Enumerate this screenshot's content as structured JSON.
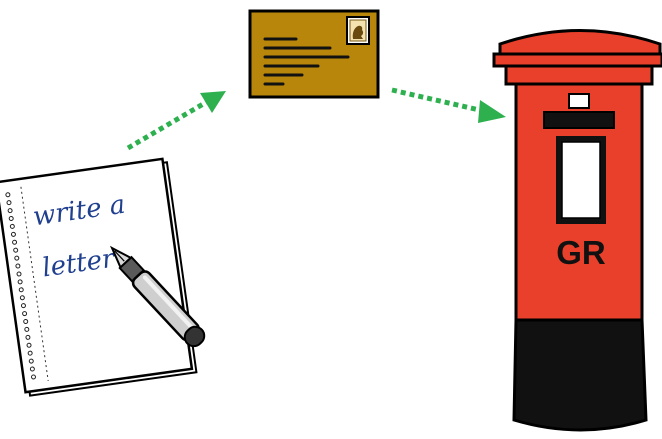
{
  "illustration": {
    "notepad": {
      "line1": "write a",
      "line2": "letter"
    },
    "postbox": {
      "cipher": "GR"
    },
    "colors": {
      "paper": "#ffffff",
      "envelope": "#b8860b",
      "postbox_red": "#e8402a",
      "postbox_base": "#111111",
      "arrow": "#2eb04f",
      "ink": "#1f3f8f"
    },
    "icons": [
      "notepad-icon",
      "fountain-pen-icon",
      "envelope-icon",
      "stamp-icon",
      "arrow-icon",
      "postbox-icon"
    ]
  }
}
